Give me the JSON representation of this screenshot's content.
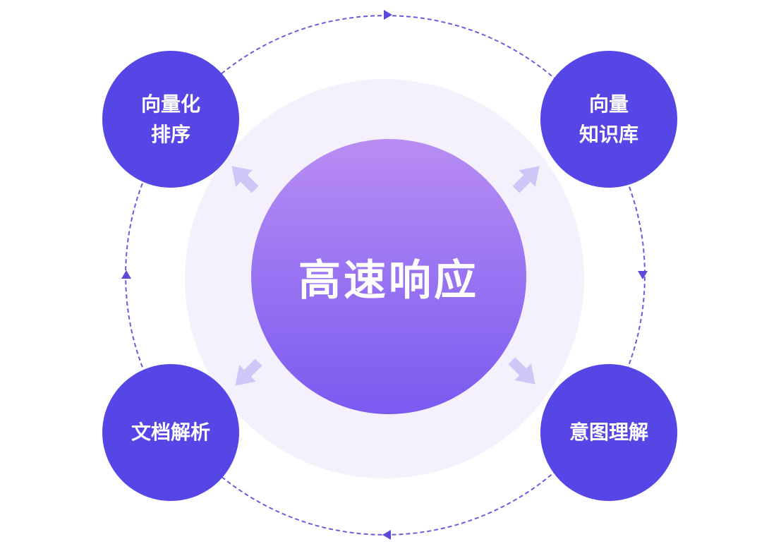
{
  "diagram": {
    "center": {
      "label": "高速响应"
    },
    "nodes": [
      {
        "id": "top-left",
        "lines": [
          "向量化",
          "排序"
        ]
      },
      {
        "id": "top-right",
        "lines": [
          "向量",
          "知识库"
        ]
      },
      {
        "id": "bottom-left",
        "lines": [
          "文档解析"
        ]
      },
      {
        "id": "bottom-right",
        "lines": [
          "意图理解"
        ]
      }
    ],
    "colors": {
      "node": "#5646e5",
      "center_gradient_top": "#b78df3",
      "center_gradient_bottom": "#7a5af0",
      "halo": "#f4f1fc",
      "orbit": "#5b4ad9",
      "arrow": "#cfc5f6"
    }
  }
}
